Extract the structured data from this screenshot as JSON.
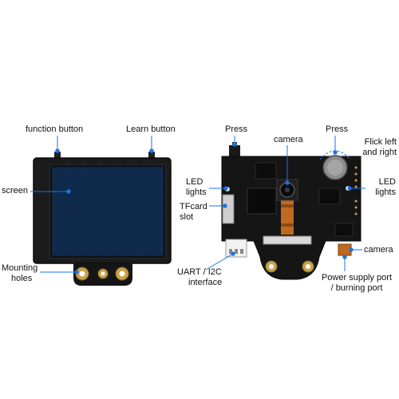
{
  "labels": {
    "function_button": "function button",
    "learn_button": "Learn button",
    "screen": "screen",
    "mounting_holes": [
      "Mounting",
      "holes"
    ],
    "press_left": "Press",
    "camera_top": "camera",
    "press_right": "Press",
    "flick": [
      "Flick left",
      "and right"
    ],
    "led_left": [
      "LED",
      "lights"
    ],
    "led_right": [
      "LED",
      "lights"
    ],
    "tfcard": [
      "TFcard",
      "slot"
    ],
    "uart": [
      "UART / I2C",
      "interface"
    ],
    "camera_right": "camera",
    "power": [
      "Power supply port",
      "/ burning port"
    ]
  },
  "colors": {
    "accent_blue": "#1a73e8",
    "board_black": "#151515",
    "screen_blue": "#0f2a4a",
    "gold": "#c9a24a"
  }
}
